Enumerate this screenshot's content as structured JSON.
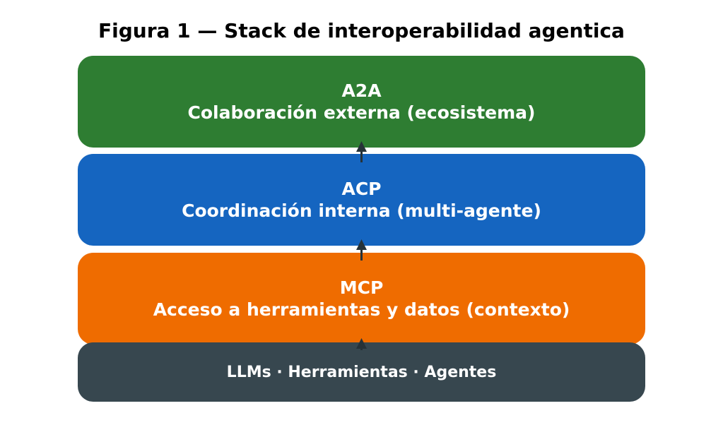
{
  "title": "Figura 1 — Stack de interoperabilidad agentica",
  "layers": [
    {
      "name": "A2A",
      "description": "Colaboración externa (ecosistema)",
      "color": "#2e7d32"
    },
    {
      "name": "ACP",
      "description": "Coordinación interna (multi-agente)",
      "color": "#1565c0"
    },
    {
      "name": "MCP",
      "description": "Acceso a herramientas y datos (contexto)",
      "color": "#ef6c00"
    }
  ],
  "base": {
    "label": "LLMs · Herramientas · Agentes",
    "color": "#37474f"
  },
  "arrow_color": "#263238"
}
